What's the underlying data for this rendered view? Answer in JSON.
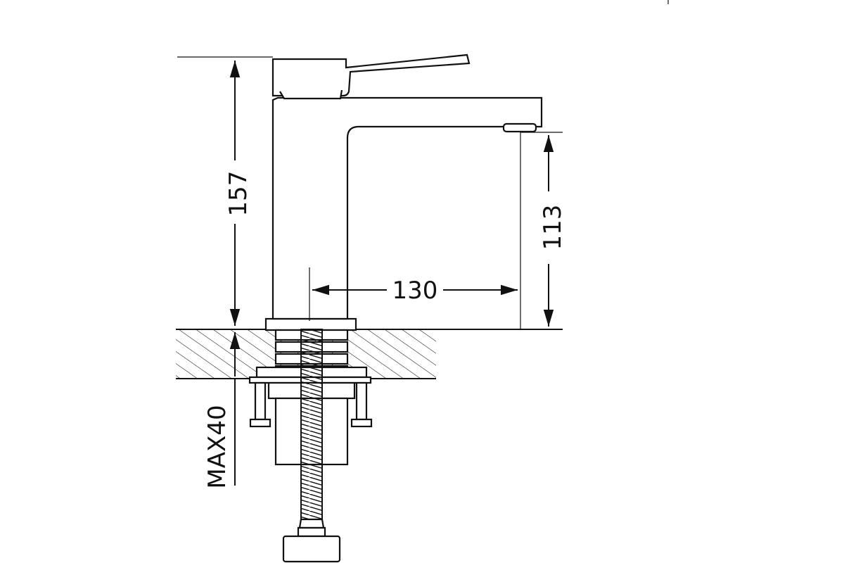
{
  "dimensions": {
    "total_height": "157",
    "spout_height": "113",
    "spout_reach": "130",
    "max_counter_thickness": "MAX40"
  }
}
